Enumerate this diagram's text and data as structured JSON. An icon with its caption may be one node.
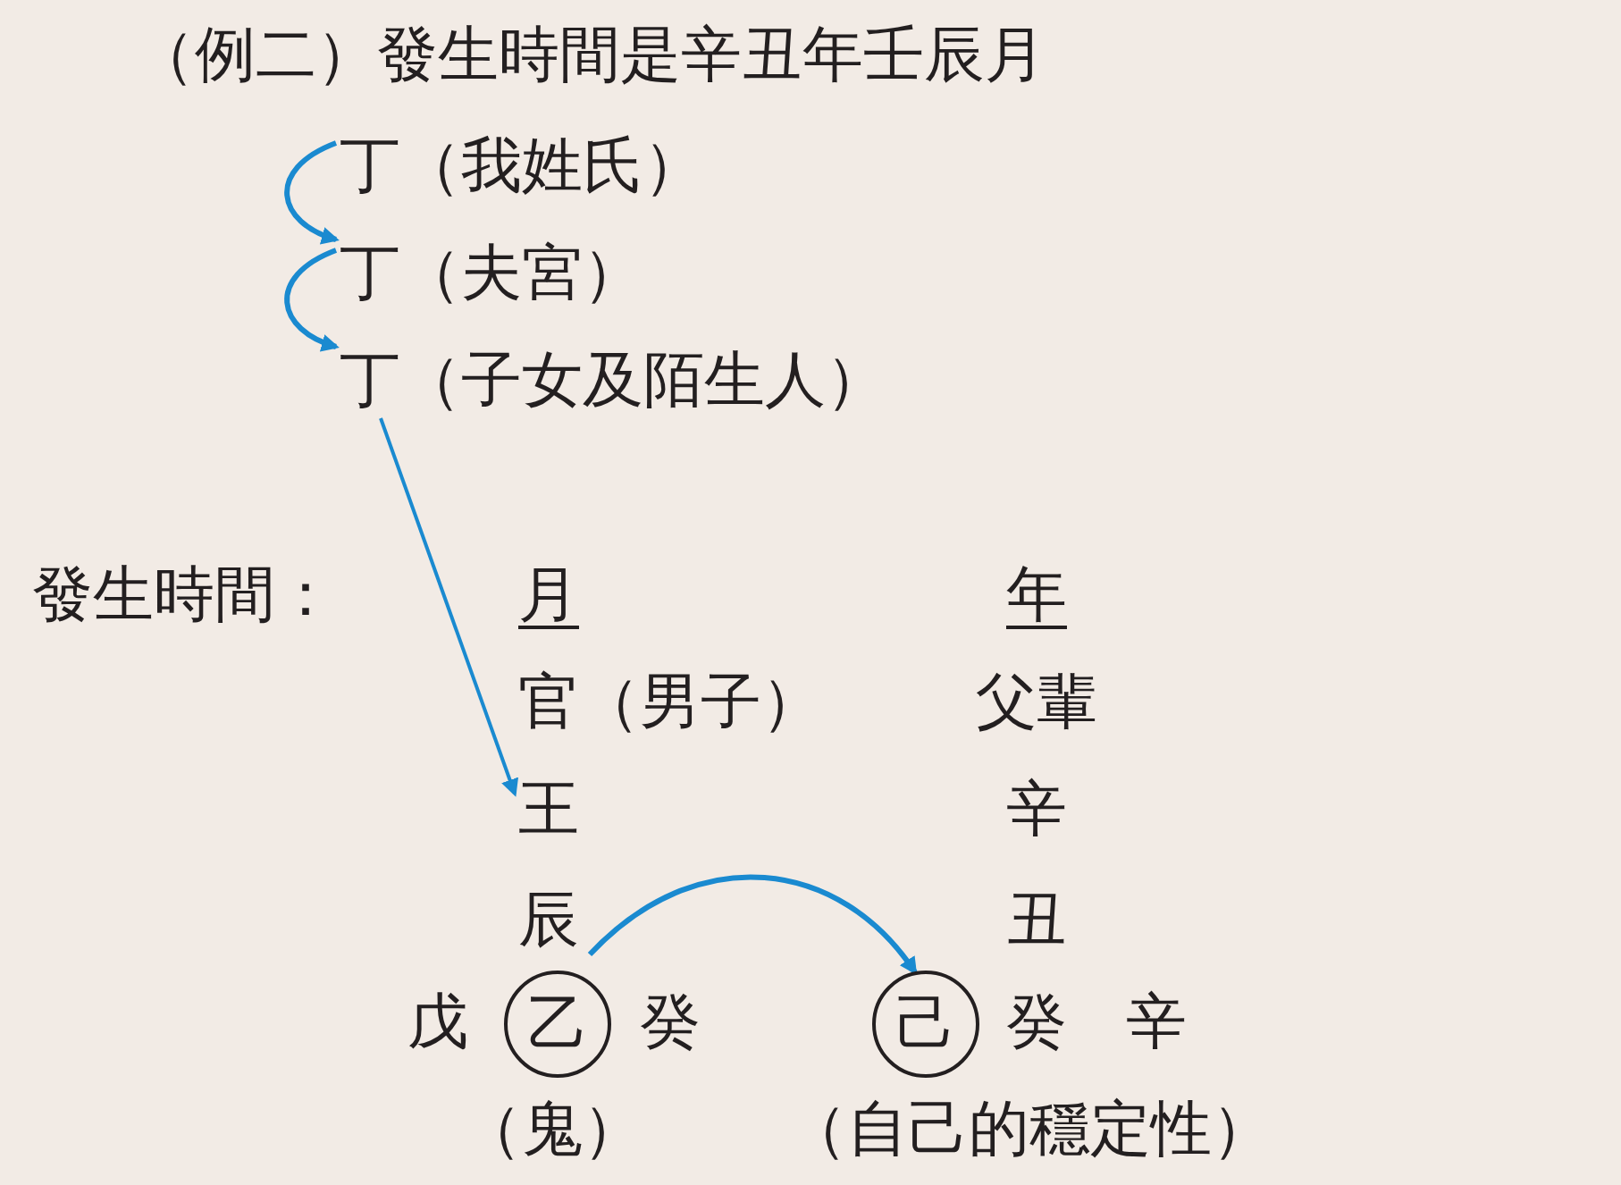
{
  "diagram": {
    "title": "（例二）發生時間是辛丑年壬辰月",
    "nodes": [
      {
        "text": [
          "丁（我姓氏）"
        ]
      },
      {
        "text": [
          "丁（夫宮）"
        ]
      },
      {
        "text": [
          "丁（子女及陌生人）"
        ]
      },
      {
        "text": [
          "王"
        ]
      },
      {
        "text": [
          "辰"
        ]
      },
      {
        "text": [
          "乙"
        ]
      },
      {
        "text": [
          "己"
        ]
      }
    ],
    "edges": [
      {
        "from": 0,
        "to": 1,
        "arrow": "to"
      },
      {
        "from": 1,
        "to": 2,
        "arrow": "to"
      },
      {
        "from": 2,
        "to": 3,
        "arrow": "to"
      },
      {
        "from": 4,
        "to": 6,
        "arrow": "to"
      }
    ],
    "labels": [
      "發生時間：",
      "月",
      "年",
      "官（男子）",
      "父輩",
      "辛",
      "丑",
      "戊",
      "癸",
      "癸",
      "辛",
      "（鬼）",
      "（自己的穩定性）"
    ]
  }
}
